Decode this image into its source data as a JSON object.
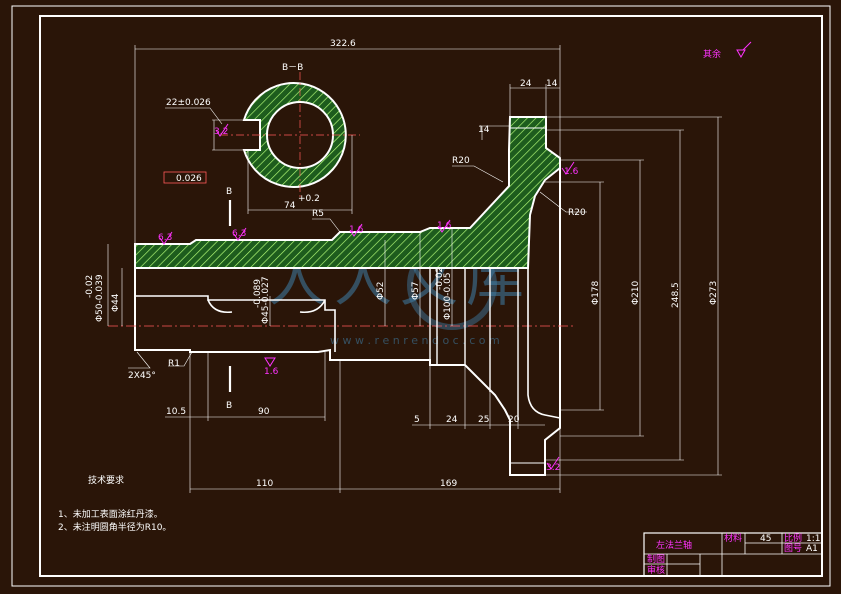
{
  "title_block": {
    "part_name": "左法兰轴",
    "material_label": "材料",
    "material_value": "45",
    "scale_label": "比例",
    "scale_value": "1:1",
    "drawing_no_label": "图号",
    "drawing_no_value": "A1",
    "designer_label": "制图",
    "checker_label": "审核"
  },
  "notes": {
    "heading": "技术要求",
    "items": [
      "1、未加工表面涂红丹漆。",
      "2、未注明圆角半径为R10。"
    ]
  },
  "surface_note": "其余",
  "section_label": "B－B",
  "cut_marks": [
    "B",
    "B"
  ],
  "dimensions": {
    "overall_length": "322.6",
    "d24": "24",
    "d14": "14",
    "keyway_width": "22±0.026",
    "flatness": "0.026",
    "keyway_depth": "74",
    "keyway_tol": "+0.2",
    "d14_top": "14",
    "r20_a": "R20",
    "r20_b": "R20",
    "r5": "R5",
    "phi44": "Φ44",
    "phi50": "Φ50-0.039",
    "phi50_tol": "-0.02",
    "phi45": "Φ45-0.027",
    "phi45_tol": "-0.089",
    "phi52": "Φ52",
    "phi57": "Φ57",
    "phi100": "Φ100-0.05",
    "phi100_tol": "-0.02",
    "phi178": "Φ178",
    "phi210": "Φ210",
    "d248": "248.5",
    "phi273": "Φ273",
    "chamfer": "2X45°",
    "r1": "R1",
    "d10_5": "10.5",
    "d90": "90",
    "d5": "5",
    "d24b": "24",
    "d25": "25",
    "d20": "20",
    "d110": "110",
    "d169": "169"
  },
  "roughness": [
    "6.3",
    "6.3",
    "1.6",
    "1.6",
    "3.2",
    "1.6",
    "3.2",
    "1.6"
  ],
  "watermark": {
    "brand": "人人文库",
    "url": "w w w . r e n r e n d o c . c o m"
  }
}
